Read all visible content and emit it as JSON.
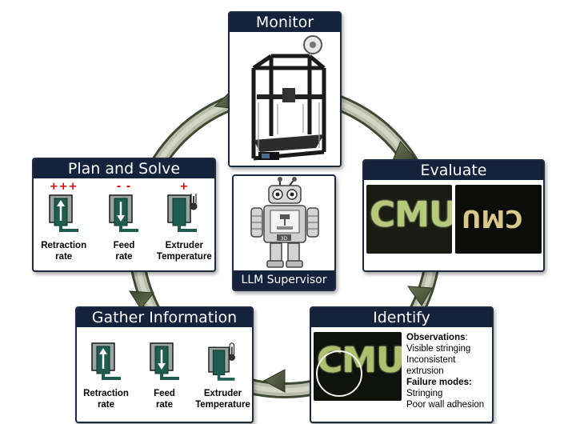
{
  "colors": {
    "title_bar": "#14223b",
    "arrow_ring": "#4f5a3e",
    "increase_sign": "#d00000",
    "nozzle": "#1e5c50"
  },
  "monitor": {
    "title": "Monitor",
    "image": "3d-printer-photo"
  },
  "evaluate": {
    "title": "Evaluate",
    "print_text": "CMU",
    "print_text_reversed": "CMU"
  },
  "identify": {
    "title": "Identify",
    "print_text": "CMU",
    "observations_label": "Observations",
    "observations": [
      "Visible stringing",
      "Inconsistent",
      "extrusion"
    ],
    "failure_label": "Failure modes:",
    "failure_modes": [
      "Stringing",
      "Poor wall adhesion"
    ]
  },
  "supervisor": {
    "caption": "LLM Supervisor",
    "robot_badge": "3D"
  },
  "plan": {
    "title": "Plan and Solve",
    "params": [
      {
        "sign": "+++",
        "label_line1": "Retraction",
        "label_line2": "rate",
        "icon": "nozzle-arrow-up-icon"
      },
      {
        "sign": "- -",
        "label_line1": "Feed",
        "label_line2": "rate",
        "icon": "nozzle-arrow-down-icon"
      },
      {
        "sign": "+",
        "label_line1": "Extruder",
        "label_line2": "Temperature",
        "icon": "nozzle-thermometer-icon"
      }
    ]
  },
  "gather": {
    "title": "Gather Information",
    "params": [
      {
        "label_line1": "Retraction",
        "label_line2": "rate",
        "icon": "nozzle-arrow-up-icon"
      },
      {
        "label_line1": "Feed",
        "label_line2": "rate",
        "icon": "nozzle-arrow-down-icon"
      },
      {
        "label_line1": "Extruder",
        "label_line2": "Temperature",
        "icon": "nozzle-thermometer-icon"
      }
    ]
  }
}
